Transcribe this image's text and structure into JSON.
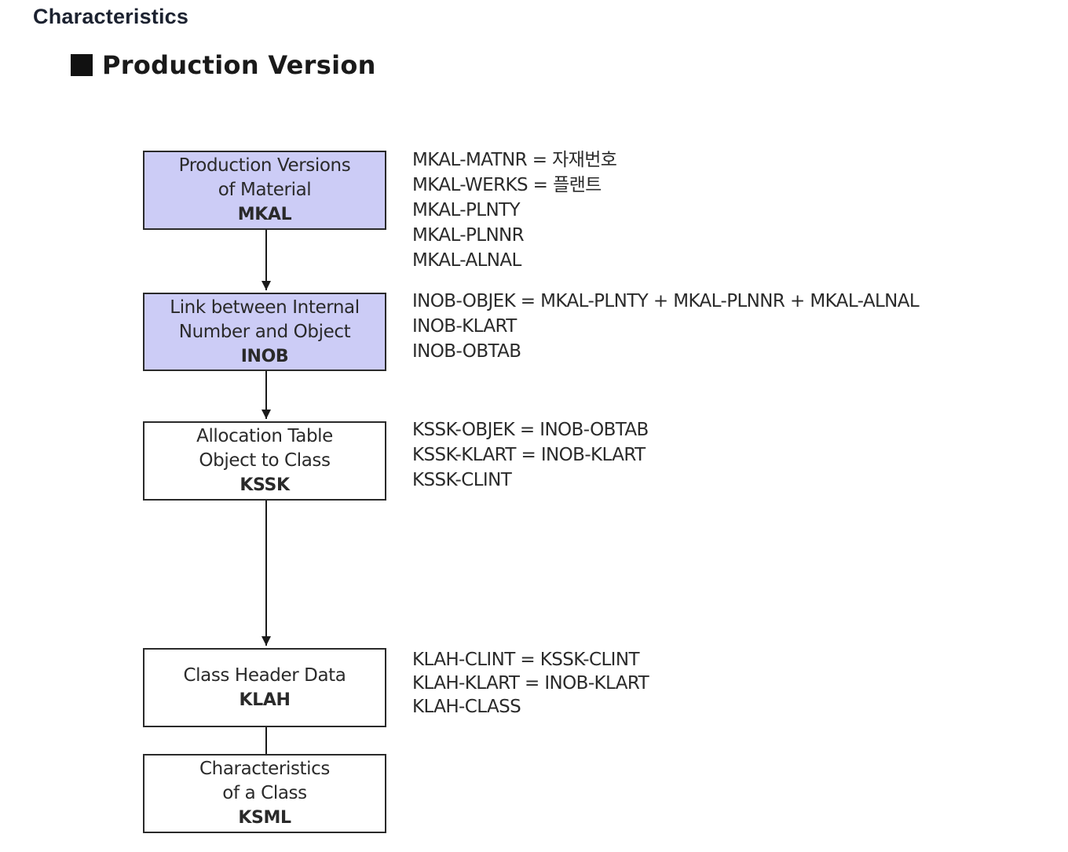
{
  "page_title": "Characteristics",
  "section_heading": "Production Version",
  "boxes": {
    "mkal": {
      "lines": [
        "Production Versions",
        "of Material"
      ],
      "code": "MKAL",
      "fill": "#ccccf6"
    },
    "inob": {
      "lines": [
        "Link between Internal",
        "Number and Object"
      ],
      "code": "INOB",
      "fill": "#ccccf6"
    },
    "kssk": {
      "lines": [
        "Allocation Table",
        "Object to Class"
      ],
      "code": "KSSK",
      "fill": "#ffffff"
    },
    "klah": {
      "lines": [
        "Class Header Data"
      ],
      "code": "KLAH",
      "fill": "#ffffff"
    },
    "ksml": {
      "lines": [
        "Characteristics",
        "of a Class"
      ],
      "code": "KSML",
      "fill": "#ffffff"
    }
  },
  "field_notes": {
    "mkal": [
      "MKAL-MATNR = 자재번호",
      "MKAL-WERKS = 플랜트",
      "MKAL-PLNTY",
      "MKAL-PLNNR",
      "MKAL-ALNAL"
    ],
    "inob": [
      "INOB-OBJEK = MKAL-PLNTY + MKAL-PLNNR + MKAL-ALNAL",
      "INOB-KLART",
      "INOB-OBTAB"
    ],
    "kssk": [
      "KSSK-OBJEK = INOB-OBTAB",
      "KSSK-KLART = INOB-KLART",
      "KSSK-CLINT"
    ],
    "klah": [
      "KLAH-CLINT = KSSK-CLINT",
      "KLAH-KLART = INOB-KLART",
      "KLAH-CLASS"
    ]
  },
  "connectors": [
    {
      "from": "MKAL",
      "to": "INOB",
      "arrow": true
    },
    {
      "from": "INOB",
      "to": "KSSK",
      "arrow": true
    },
    {
      "from": "KSSK",
      "to": "KLAH",
      "arrow": true
    },
    {
      "from": "KLAH",
      "to": "KSML",
      "arrow": false
    }
  ]
}
